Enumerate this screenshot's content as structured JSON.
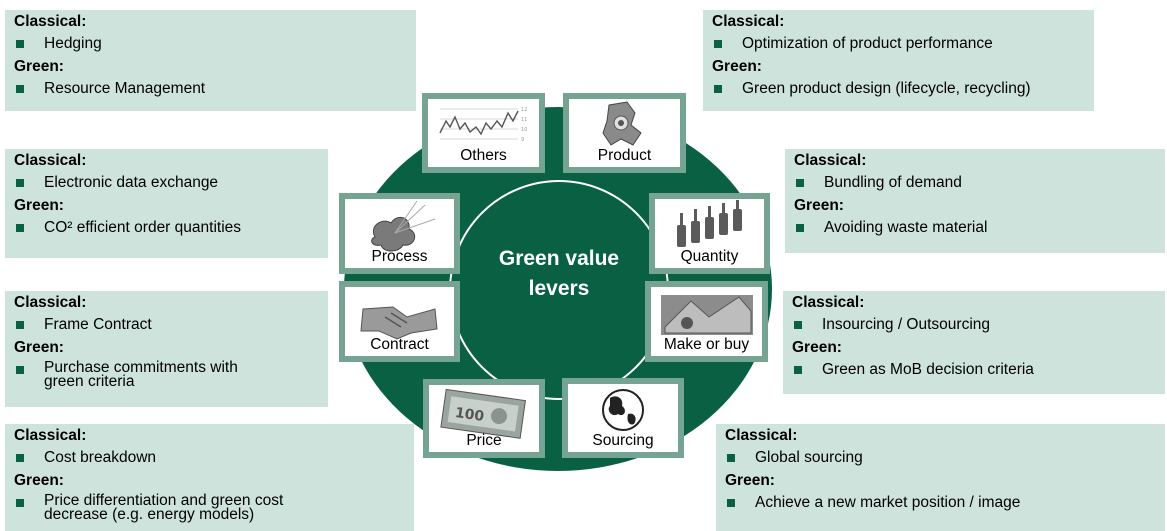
{
  "center": {
    "line1": "Green value",
    "line2": "levers"
  },
  "colors": {
    "ring": "#0a6042",
    "box_bg": "#cfe3dd",
    "frame": "#76a493",
    "bullet": "#0a6042"
  },
  "levers": {
    "others": {
      "label": "Others",
      "icon": "stock-chart-icon"
    },
    "product": {
      "label": "Product",
      "icon": "product-part-icon"
    },
    "process": {
      "label": "Process",
      "icon": "process-icon"
    },
    "quantity": {
      "label": "Quantity",
      "icon": "bottles-icon"
    },
    "contract": {
      "label": "Contract",
      "icon": "handshake-icon"
    },
    "makebuy": {
      "label": "Make or buy",
      "icon": "factory-icon"
    },
    "price": {
      "label": "Price",
      "icon": "banknotes-icon"
    },
    "sourcing": {
      "label": "Sourcing",
      "icon": "globe-icon"
    }
  },
  "boxes": {
    "others": {
      "classical_label": "Classical:",
      "classical": [
        "Hedging"
      ],
      "green_label": "Green:",
      "green": [
        "Resource Management"
      ]
    },
    "process": {
      "classical_label": "Classical:",
      "classical": [
        "Electronic data exchange"
      ],
      "green_label": "Green:",
      "green": [
        "CO² efficient  order quantities"
      ]
    },
    "contract": {
      "classical_label": "Classical:",
      "classical": [
        "Frame Contract"
      ],
      "green_label": "Green:",
      "green": [
        "Purchase commitments with green criteria"
      ]
    },
    "price": {
      "classical_label": "Classical:",
      "classical": [
        "Cost breakdown"
      ],
      "green_label": "Green:",
      "green": [
        "Price differentiation and green cost decrease (e.g. energy models)"
      ]
    },
    "product": {
      "classical_label": "Classical:",
      "classical": [
        "Optimization of  product performance"
      ],
      "green_label": "Green:",
      "green": [
        "Green product design (lifecycle, recycling)"
      ]
    },
    "quantity": {
      "classical_label": "Classical:",
      "classical": [
        "Bundling of demand"
      ],
      "green_label": "Green:",
      "green": [
        "Avoiding waste material"
      ]
    },
    "makebuy": {
      "classical_label": "Classical:",
      "classical": [
        "Insourcing / Outsourcing"
      ],
      "green_label": "Green:",
      "green": [
        "Green as MoB decision criteria"
      ]
    },
    "sourcing": {
      "classical_label": "Classical:",
      "classical": [
        "Global sourcing"
      ],
      "green_label": "Green:",
      "green": [
        "Achieve a new market position / image"
      ]
    }
  }
}
